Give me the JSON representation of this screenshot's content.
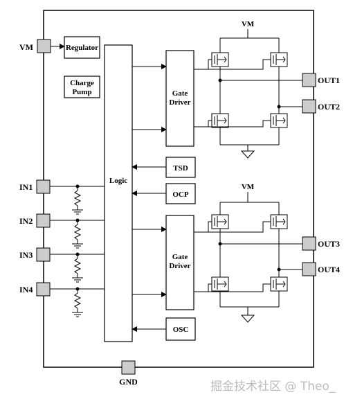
{
  "pins": {
    "vm": "VM",
    "in1": "IN1",
    "in2": "IN2",
    "in3": "IN3",
    "in4": "IN4",
    "out1": "OUT1",
    "out2": "OUT2",
    "out3": "OUT3",
    "out4": "OUT4",
    "gnd": "GND"
  },
  "blocks": {
    "regulator": "Regulator",
    "charge_pump_line1": "Charge",
    "charge_pump_line2": "Pump",
    "logic": "Logic",
    "gate_driver_line1": "Gate",
    "gate_driver_line2": "Driver",
    "tsd": "TSD",
    "ocp": "OCP",
    "osc": "OSC"
  },
  "rails": {
    "vm_top": "VM",
    "vm_bottom": "VM"
  },
  "watermark": "掘金技术社区 @ Theo_"
}
